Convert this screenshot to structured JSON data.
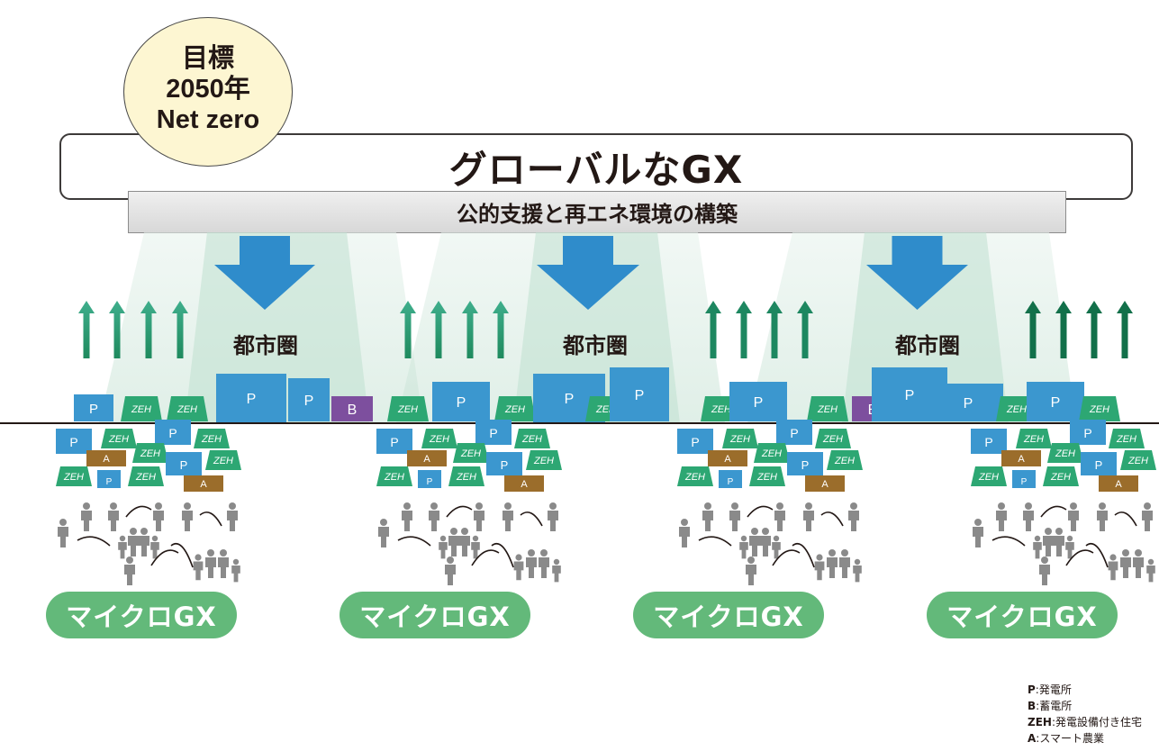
{
  "goal": {
    "line1": "目標",
    "line2": "2050年",
    "line3": "Net zero"
  },
  "title": "グローバルなGX",
  "subtitle": "公的支援と再エネ環境の構築",
  "city_label": "都市圏",
  "micro_label": "マイクロGX",
  "icons": {
    "power_plant": "P",
    "storage": "B",
    "zeh": "ZEH",
    "agriculture": "A"
  },
  "legend": [
    {
      "key": "P",
      "sep": ":",
      "text": "発電所"
    },
    {
      "key": "B",
      "sep": ":",
      "text": "蓄電所"
    },
    {
      "key": "ZEH",
      "sep": ":",
      "text": "発電設備付き住宅"
    },
    {
      "key": "A",
      "sep": ":",
      "text": "スマート農業"
    }
  ],
  "colors": {
    "power_plant": "#3b97cf",
    "storage": "#7d4f9e",
    "zeh": "#2da773",
    "agriculture": "#9b6d2b",
    "down_arrow": "#2f8ccb",
    "up_arrow": "#2b9c7a",
    "micro_pill": "#63b97a",
    "light_beam": "#d6ebe2",
    "person": "#8a8a8a"
  }
}
